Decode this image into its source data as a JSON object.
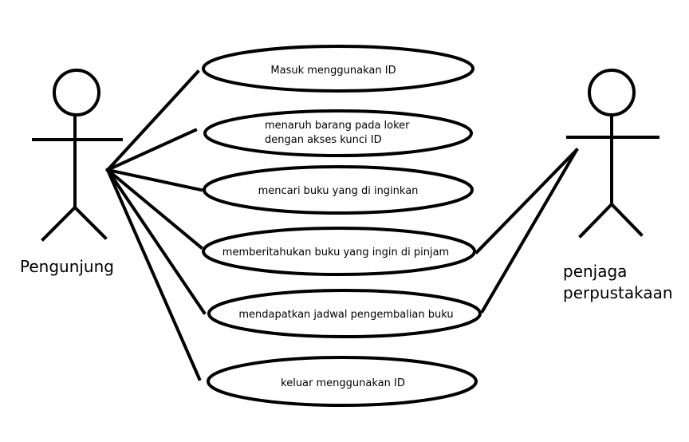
{
  "diagram": {
    "actors": [
      {
        "id": "pengunjung",
        "label": "Pengunjung"
      },
      {
        "id": "penjaga",
        "label_lines": [
          "penjaga",
          "perpustakaan"
        ]
      }
    ],
    "use_cases": [
      {
        "id": "uc1",
        "lines": [
          "Masuk menggunakan ID"
        ]
      },
      {
        "id": "uc2",
        "lines": [
          "menaruh barang pada loker",
          "dengan akses kunci ID"
        ]
      },
      {
        "id": "uc3",
        "lines": [
          "mencari buku yang di inginkan"
        ]
      },
      {
        "id": "uc4",
        "lines": [
          "memberitahukan buku yang ingin di pinjam"
        ]
      },
      {
        "id": "uc5",
        "lines": [
          "mendapatkan jadwal pengembalian buku"
        ]
      },
      {
        "id": "uc6",
        "lines": [
          "keluar menggunakan ID"
        ]
      }
    ],
    "associations": [
      {
        "from": "pengunjung",
        "to": "uc1"
      },
      {
        "from": "pengunjung",
        "to": "uc2"
      },
      {
        "from": "pengunjung",
        "to": "uc3"
      },
      {
        "from": "pengunjung",
        "to": "uc4"
      },
      {
        "from": "pengunjung",
        "to": "uc5"
      },
      {
        "from": "pengunjung",
        "to": "uc6"
      },
      {
        "from": "penjaga",
        "to": "uc4"
      },
      {
        "from": "penjaga",
        "to": "uc5"
      }
    ],
    "colors": {
      "stroke": "#000000",
      "background": "#ffffff"
    }
  }
}
